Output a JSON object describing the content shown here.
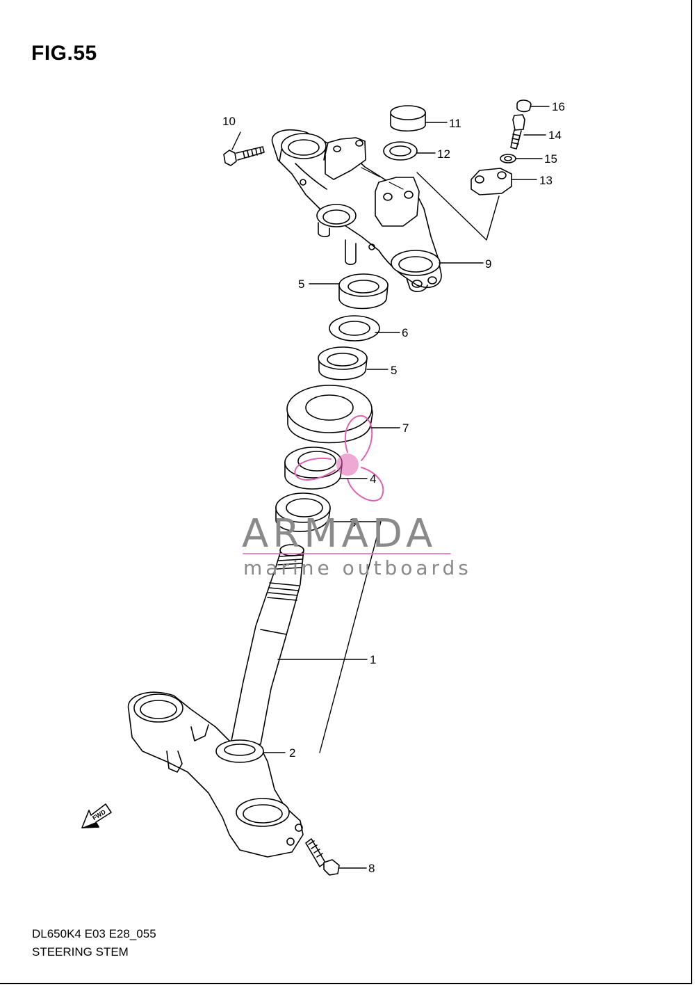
{
  "figure": {
    "title": "FIG.55"
  },
  "footer": {
    "model_code": "DL650K4 E03 E28_055",
    "caption": "STEERING STEM"
  },
  "watermark": {
    "brand": "ARMADA",
    "tagline": "marine outboards",
    "accent_color": "#e060b0",
    "text_color": "#8a8a8a"
  },
  "fwd_label": "FWD",
  "callouts": [
    "1",
    "2",
    "3",
    "4",
    "5",
    "5",
    "6",
    "7",
    "8",
    "9",
    "10",
    "11",
    "12",
    "13",
    "14",
    "15",
    "16"
  ]
}
